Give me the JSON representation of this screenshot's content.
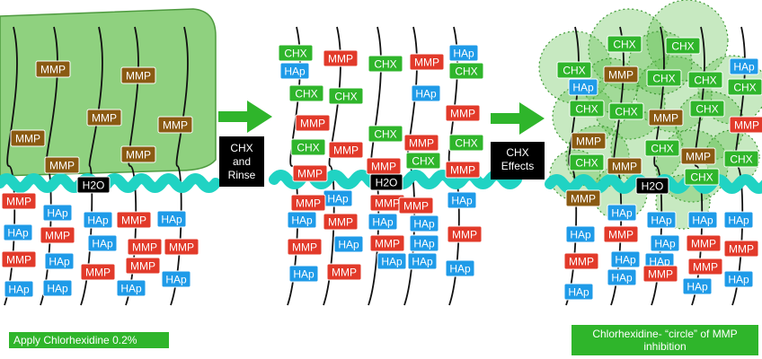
{
  "labels": {
    "mmp": "MMP",
    "hap": "HAp",
    "chx": "CHX",
    "h2o": "H2O"
  },
  "steps": {
    "rinse": {
      "line1": "CHX",
      "line2": "and",
      "line3": "Rinse"
    },
    "effects": {
      "line1": "CHX",
      "line2": "Effects"
    }
  },
  "captions": {
    "left": "Apply Chlorhexidine 0.2%",
    "right_line1": "Chlorhexidine- “circle” of MMP",
    "right_line2": "inhibition"
  },
  "colors": {
    "mmp_top": "#8a5a12",
    "mmp": "#e23a2a",
    "hap": "#1f9be8",
    "chx": "#2fb52b",
    "gel": "#8fd17f",
    "wave": "#20d3c3",
    "arrow": "#2fb52b",
    "caption_bg": "#2fb52b",
    "step_bg": "#000000"
  },
  "icons": {
    "arrow": "right-arrow-icon"
  }
}
